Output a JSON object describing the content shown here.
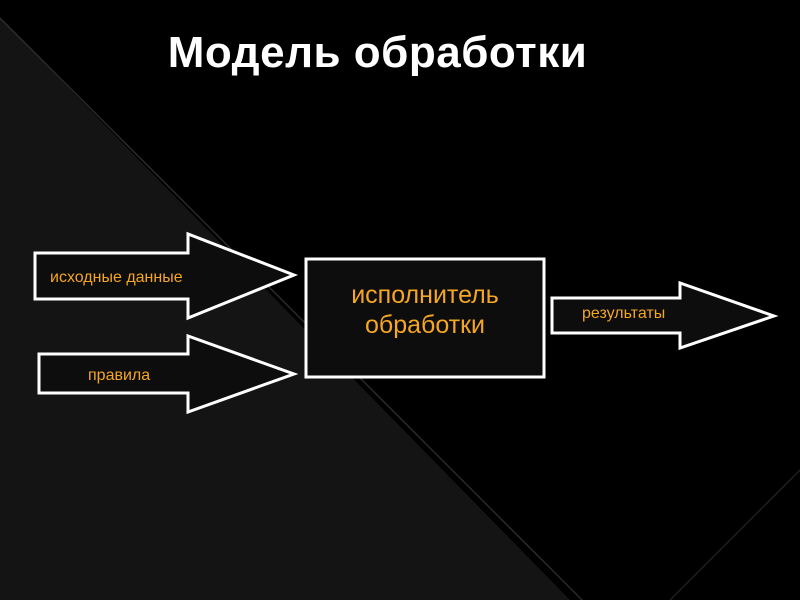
{
  "title": "Модель обработки",
  "diagram": {
    "input_label": "исходные данные",
    "rules_label": "правила",
    "processor_label": "исполнитель обработки",
    "result_label": "результаты"
  },
  "colors": {
    "background": "#000000",
    "diagonal_panel": "#141414",
    "shape_fill": "#0d0d0d",
    "shape_stroke": "#ffffff",
    "label_text": "#f5a623",
    "title_text": "#ffffff"
  }
}
